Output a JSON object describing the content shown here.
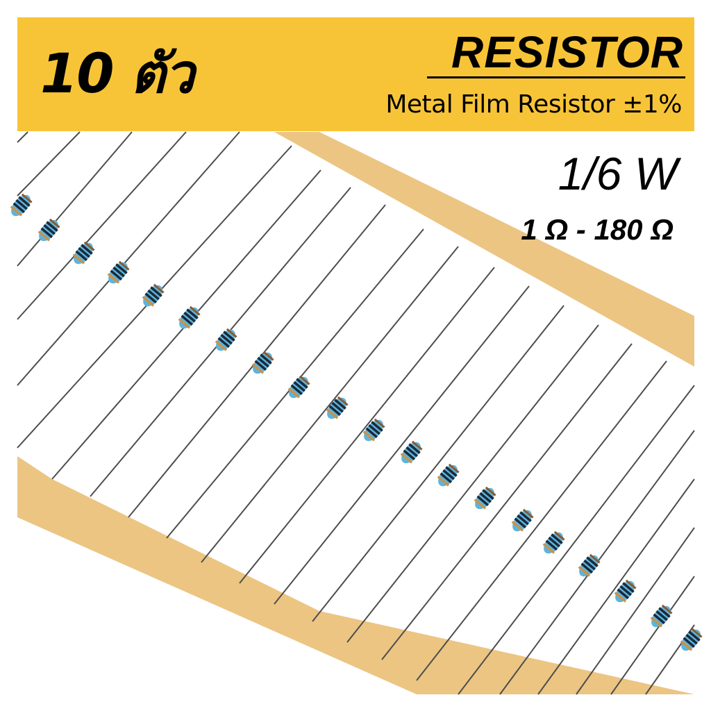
{
  "banner": {
    "quantity_label": "10 ตัว",
    "title": "RESISTOR",
    "subtitle": "Metal Film Resistor ±1%"
  },
  "specs": {
    "power_rating": "1/6 W",
    "resistance_range": "1 Ω - 180 Ω"
  },
  "colors": {
    "banner_bg": "#f8c437",
    "tape": "#ecc583",
    "resistor_body": "#5eb4dc",
    "band_brown": "#8a5a2c",
    "band_black": "#1a2a3a",
    "band_gold": "#c8934a",
    "lead": "#555555",
    "text": "#000000"
  }
}
